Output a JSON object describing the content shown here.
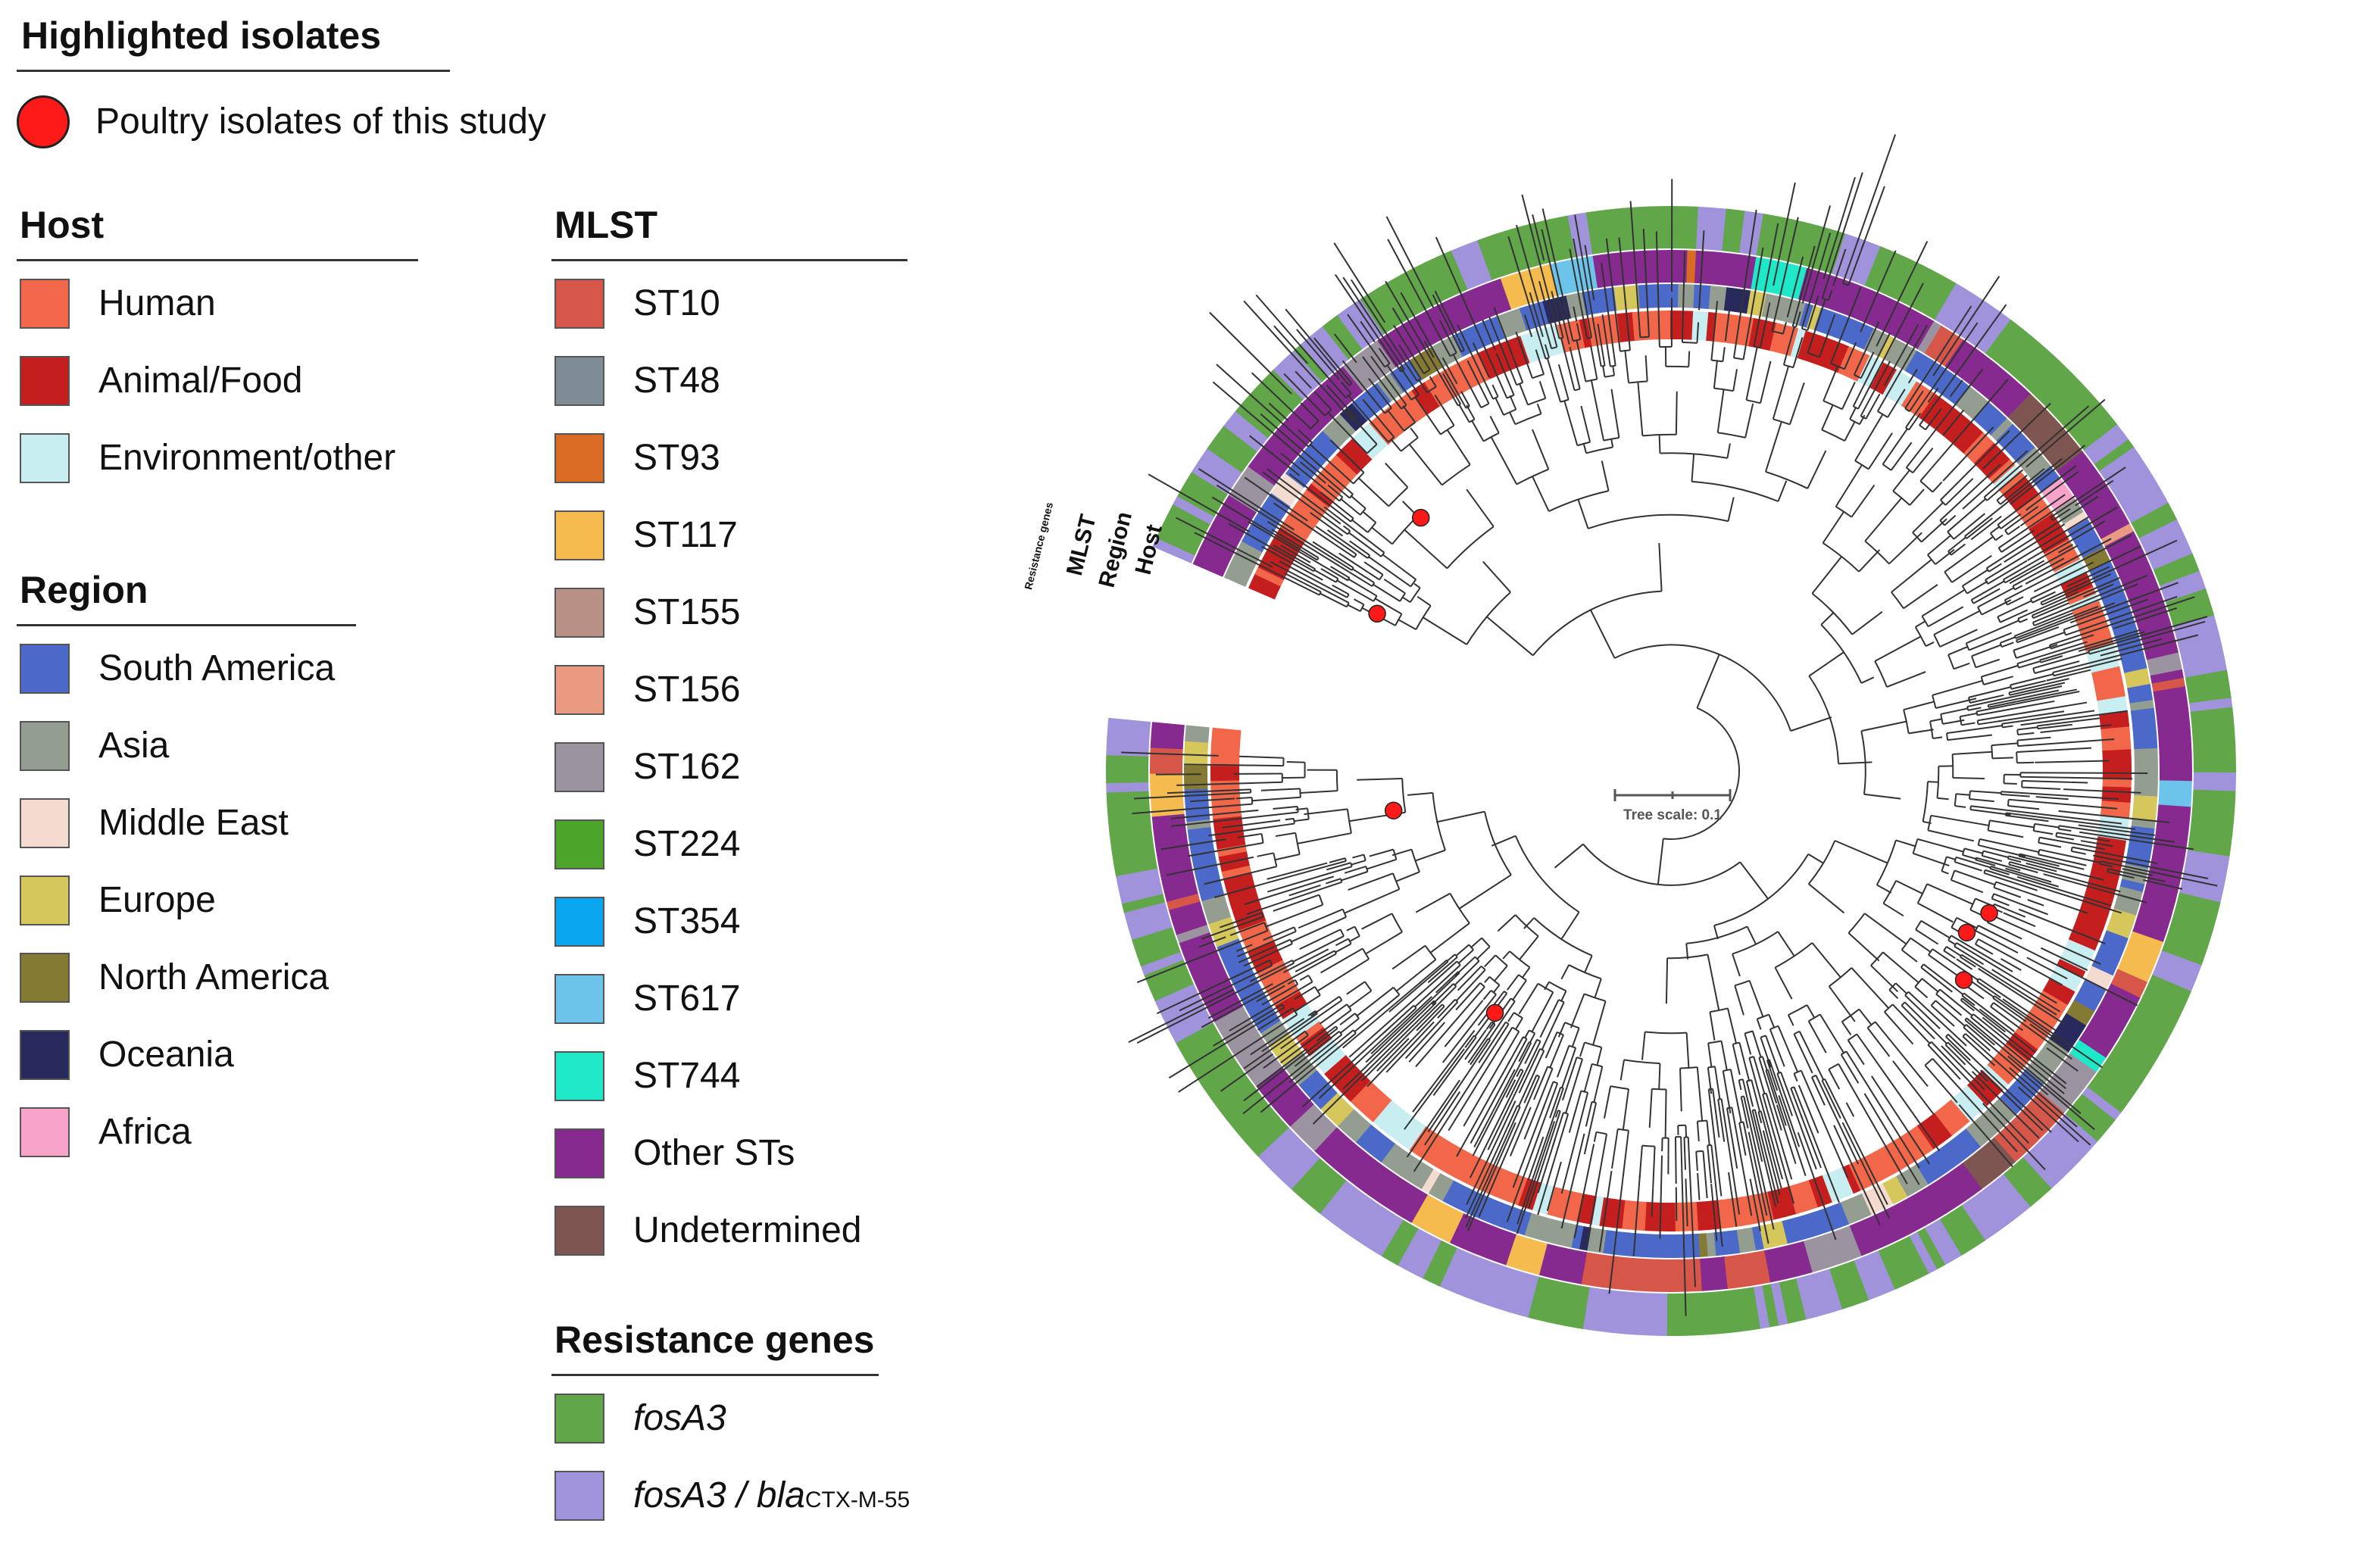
{
  "highlighted": {
    "title": "Highlighted isolates",
    "item": "Poultry isolates of this study",
    "color": "#ff1a1a"
  },
  "host": {
    "title": "Host",
    "items": [
      {
        "label": "Human",
        "color": "#f2664a"
      },
      {
        "label": "Animal/Food",
        "color": "#c41e1e"
      },
      {
        "label": "Environment/other",
        "color": "#c8eef2"
      }
    ]
  },
  "region": {
    "title": "Region",
    "items": [
      {
        "label": "South America",
        "color": "#4a69c9"
      },
      {
        "label": "Asia",
        "color": "#949e90"
      },
      {
        "label": "Middle East",
        "color": "#f3dccf"
      },
      {
        "label": "Europe",
        "color": "#d5c75c"
      },
      {
        "label": "North America",
        "color": "#857a33"
      },
      {
        "label": "Oceania",
        "color": "#282a5e"
      },
      {
        "label": "Africa",
        "color": "#f8a3c9"
      }
    ]
  },
  "mlst": {
    "title": "MLST",
    "items": [
      {
        "label": "ST10",
        "color": "#d6574a"
      },
      {
        "label": "ST48",
        "color": "#7f8b95"
      },
      {
        "label": "ST93",
        "color": "#da6b24"
      },
      {
        "label": "ST117",
        "color": "#f5bb4e"
      },
      {
        "label": "ST155",
        "color": "#b89086"
      },
      {
        "label": "ST156",
        "color": "#ea9a80"
      },
      {
        "label": "ST162",
        "color": "#9b93a0"
      },
      {
        "label": "ST224",
        "color": "#4ca42a"
      },
      {
        "label": "ST354",
        "color": "#0aa6f0"
      },
      {
        "label": "ST617",
        "color": "#6dc4ea"
      },
      {
        "label": "ST744",
        "color": "#1ee8c8"
      },
      {
        "label": "Other STs",
        "color": "#862a8f"
      },
      {
        "label": "Undetermined",
        "color": "#7e5550"
      }
    ]
  },
  "resistance": {
    "title": "Resistance genes",
    "items": [
      {
        "label": "fosA3",
        "color": "#62a64a"
      },
      {
        "label_main": "fosA3 / bla",
        "label_sub": "CTX-M-55",
        "color": "#a093dc"
      }
    ]
  },
  "ring_labels": {
    "resistance": "Resistance genes",
    "mlst": "MLST",
    "region": "Region",
    "host": "Host"
  },
  "tree_scale": "Tree scale: 0.1"
}
